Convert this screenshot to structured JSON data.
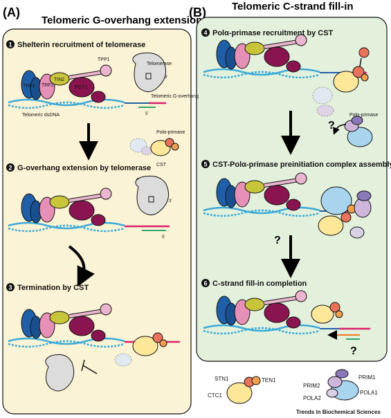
{
  "panels": {
    "A": {
      "letter": "(A)",
      "title": "Telomeric G-overhang extension",
      "bg": "#fbf3d5",
      "steps": [
        {
          "num": "1",
          "label": "Shelterin recruitment of telomerase"
        },
        {
          "num": "2",
          "label": "G-overhang extension by telomerase"
        },
        {
          "num": "3",
          "label": "Termination by CST"
        }
      ]
    },
    "B": {
      "letter": "(B)",
      "title": "Telomeric C-strand fill-in",
      "bg": "#e3f0dc",
      "steps": [
        {
          "num": "4",
          "label": "Polα-primase recruitment by CST"
        },
        {
          "num": "5",
          "label": "CST-Polα-primase preinitiation complex assembly"
        },
        {
          "num": "6",
          "label": "C-strand fill-in completion"
        }
      ]
    }
  },
  "labels": {
    "trf1": "TRF1",
    "trf2": "TRF2",
    "tin2": "TIN2",
    "pot1": "POT1",
    "tpp1": "TPP1",
    "telomerase": "Telomerase",
    "g_overhang": "Telomeric G-overhang",
    "dsdna": "Telomeric dsDNA",
    "pol_primase": "Polα-primase",
    "cst": "CST",
    "three_prime": "3'",
    "five_prime": "5'",
    "question": "?"
  },
  "legend": {
    "stn1": "STN1",
    "ten1": "TEN1",
    "ctc1": "CTC1",
    "prim2": "PRIM2",
    "prim1": "PRIM1",
    "pola2": "POLA2",
    "pola1": "POLA1"
  },
  "credit": "Trends in Biochemical Sciences",
  "colors": {
    "trf1": "#1f5fa8",
    "trf2": "#e690b8",
    "tin2": "#c9c53a",
    "pot1": "#8a1450",
    "tpp1": "#eab6cf",
    "dna": "#3aaad9",
    "overhang": "#d81f6a",
    "telomerase": "#dcdcdc",
    "ctc1": "#fde89a",
    "stn1": "#e8735a",
    "ten1": "#f0a050",
    "pola1": "#a8d4ee",
    "prim1": "#8a78b8",
    "prim2": "#cdb6da",
    "pola2": "#d8d0e4"
  }
}
